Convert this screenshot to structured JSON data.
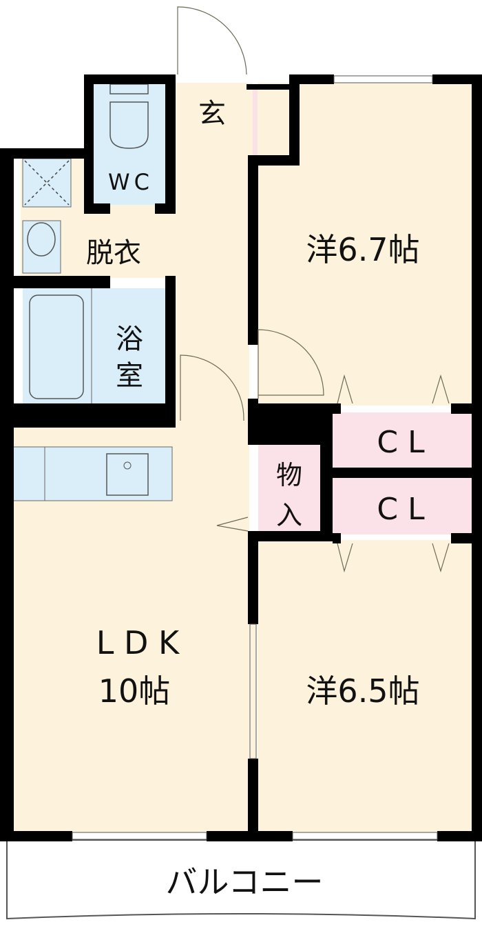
{
  "colors": {
    "wall": "#000000",
    "living": "#fdf3dc",
    "wet": "#d9eef8",
    "storage": "#fbe1e8",
    "line": "#6b6b55"
  },
  "rooms": {
    "entrance": "玄",
    "wc": "WC",
    "dressing": "脱衣",
    "bath_1": "浴",
    "bath_2": "室",
    "western_1": "洋6.7帖",
    "closet_1": "C L",
    "storage_1": "物",
    "storage_2": "入",
    "closet_2": "C L",
    "ldk": "L D K",
    "ldk_size": "10帖",
    "western_2": "洋6.5帖",
    "balcony": "バルコニー"
  }
}
